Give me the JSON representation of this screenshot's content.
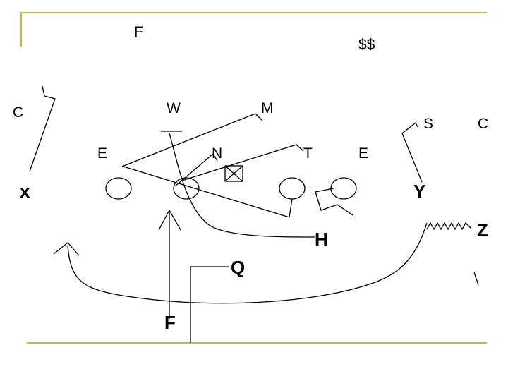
{
  "diagram": {
    "defense_labels": {
      "free_safety": "F",
      "money": "$$",
      "corner_left": "C",
      "will": "W",
      "mike": "M",
      "strong_safety": "S",
      "corner_right": "C",
      "end_left": "E",
      "nose": "N",
      "tackle": "T",
      "end_right": "E"
    },
    "offense_labels": {
      "split_end": "x",
      "tight_end": "Y",
      "h_back": "H",
      "flanker": "Z",
      "quarterback": "Q",
      "fullback": "F"
    },
    "colors": {
      "rule_line": "#c8b84a",
      "ink": "#000000",
      "background": "#ffffff"
    }
  }
}
